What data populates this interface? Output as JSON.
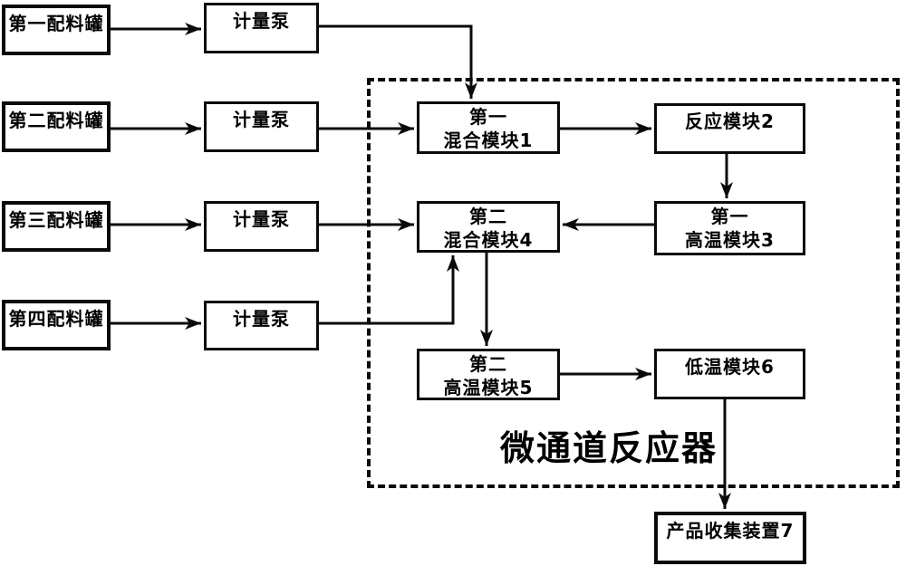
{
  "diagram": {
    "container_label": "微通道反应器",
    "nodes": {
      "tank1": {
        "label": "第一配料罐"
      },
      "tank2": {
        "label": "第二配料罐"
      },
      "tank3": {
        "label": "第三配料罐"
      },
      "tank4": {
        "label": "第四配料罐"
      },
      "pump1": {
        "label": "计量泵"
      },
      "pump2": {
        "label": "计量泵"
      },
      "pump3": {
        "label": "计量泵"
      },
      "pump4": {
        "label": "计量泵"
      },
      "mixing_module_1": {
        "label": "第一\n混合模块1"
      },
      "reaction_module_2": {
        "label": "反应模块2"
      },
      "high_temp_module_3": {
        "label": "第一\n高温模块3"
      },
      "mixing_module_4": {
        "label": "第二\n混合模块4"
      },
      "high_temp_module_5": {
        "label": "第二\n高温模块5"
      },
      "low_temp_module_6": {
        "label": "低温模块6"
      },
      "product_collector_7": {
        "label": "产品收集装置7"
      }
    },
    "edges": [
      {
        "from": "tank1",
        "to": "pump1"
      },
      {
        "from": "pump1",
        "to": "mixing_module_1"
      },
      {
        "from": "tank2",
        "to": "pump2"
      },
      {
        "from": "pump2",
        "to": "mixing_module_1"
      },
      {
        "from": "tank3",
        "to": "pump3"
      },
      {
        "from": "pump3",
        "to": "mixing_module_4"
      },
      {
        "from": "tank4",
        "to": "pump4"
      },
      {
        "from": "pump4",
        "to": "mixing_module_4"
      },
      {
        "from": "mixing_module_1",
        "to": "reaction_module_2"
      },
      {
        "from": "reaction_module_2",
        "to": "high_temp_module_3"
      },
      {
        "from": "high_temp_module_3",
        "to": "mixing_module_4"
      },
      {
        "from": "mixing_module_4",
        "to": "high_temp_module_5"
      },
      {
        "from": "high_temp_module_5",
        "to": "low_temp_module_6"
      },
      {
        "from": "low_temp_module_6",
        "to": "product_collector_7"
      }
    ],
    "colors": {
      "line": "#0a0a0a",
      "box_border": "#0a0a0a",
      "background": "#ffffff"
    }
  }
}
